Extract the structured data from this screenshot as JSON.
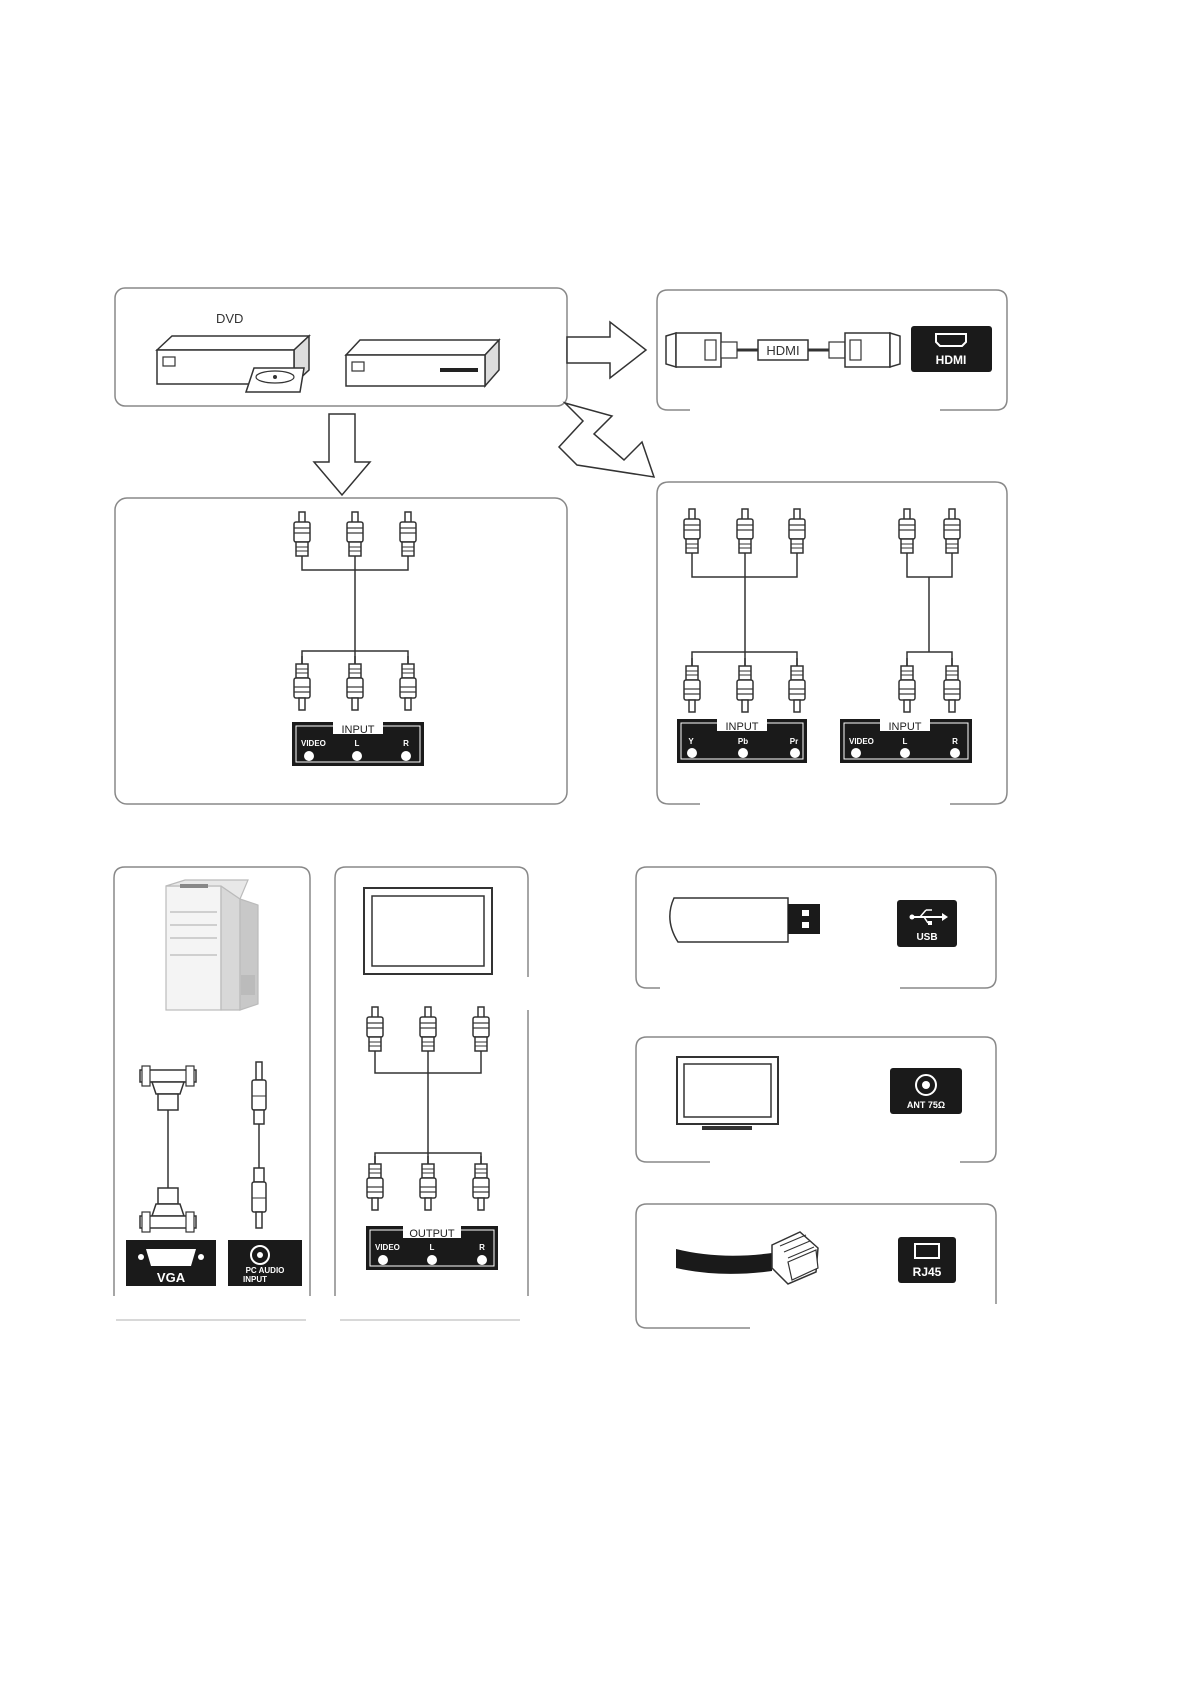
{
  "labels": {
    "dvd": "DVD",
    "hdmi_cable": "HDMI",
    "hdmi_port": "HDMI",
    "input": "INPUT",
    "output": "OUTPUT",
    "video": "VIDEO",
    "left": "L",
    "right": "R",
    "y": "Y",
    "pb": "Pb",
    "pr": "Pr",
    "vga": "VGA",
    "pc_audio_line1": "PC AUDIO",
    "pc_audio_line2": "INPUT",
    "usb": "USB",
    "ant": "ANT 75Ω",
    "rj45": "RJ45"
  },
  "colors": {
    "line": "#333333",
    "panel_border": "#888888",
    "port_fill": "#1a1a1a",
    "port_text": "#ffffff"
  },
  "icons": [
    "dvd-player-icon",
    "set-top-box-icon",
    "hdmi-plug-icon",
    "rca-plug-icon",
    "pc-tower-icon",
    "vga-plug-icon",
    "audio-jack-icon",
    "tv-monitor-icon",
    "usb-stick-icon",
    "usb-symbol-icon",
    "coax-port-icon",
    "ethernet-cable-icon"
  ]
}
